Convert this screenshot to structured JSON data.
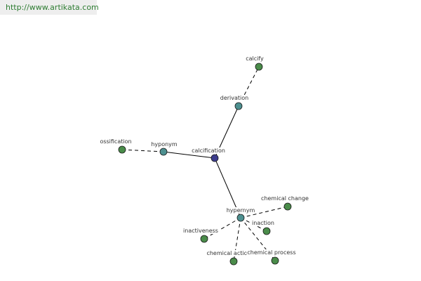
{
  "source": {
    "url": "http://www.artikata.com"
  },
  "graph": {
    "colors": {
      "root": "#3c3c8c",
      "relation": "#4d9090",
      "word": "#4a8c4a",
      "edge": "#000000"
    },
    "nodes": [
      {
        "id": "calcification",
        "label": "calcification",
        "kind": "root"
      },
      {
        "id": "derivation",
        "label": "derivation",
        "kind": "relation"
      },
      {
        "id": "hyponym",
        "label": "hyponym",
        "kind": "relation"
      },
      {
        "id": "hypernym",
        "label": "hypernym",
        "kind": "relation"
      },
      {
        "id": "calcify",
        "label": "calcify",
        "kind": "word"
      },
      {
        "id": "ossification",
        "label": "ossification",
        "kind": "word"
      },
      {
        "id": "chemical-change",
        "label": "chemical change",
        "kind": "word"
      },
      {
        "id": "inaction",
        "label": "inaction",
        "kind": "word"
      },
      {
        "id": "inactiveness",
        "label": "inactiveness",
        "kind": "word"
      },
      {
        "id": "chemical-action",
        "label": "chemical action",
        "kind": "word"
      },
      {
        "id": "chemical-process",
        "label": "chemical process",
        "kind": "word"
      }
    ],
    "edges": [
      {
        "from": "calcification",
        "to": "derivation",
        "style": "solid"
      },
      {
        "from": "calcification",
        "to": "hyponym",
        "style": "solid"
      },
      {
        "from": "calcification",
        "to": "hypernym",
        "style": "solid"
      },
      {
        "from": "derivation",
        "to": "calcify",
        "style": "dashed"
      },
      {
        "from": "hyponym",
        "to": "ossification",
        "style": "dashed"
      },
      {
        "from": "hypernym",
        "to": "chemical-change",
        "style": "dashed"
      },
      {
        "from": "hypernym",
        "to": "inaction",
        "style": "dashed"
      },
      {
        "from": "hypernym",
        "to": "inactiveness",
        "style": "dashed"
      },
      {
        "from": "hypernym",
        "to": "chemical-action",
        "style": "dashed"
      },
      {
        "from": "hypernym",
        "to": "chemical-process",
        "style": "dashed"
      }
    ]
  }
}
